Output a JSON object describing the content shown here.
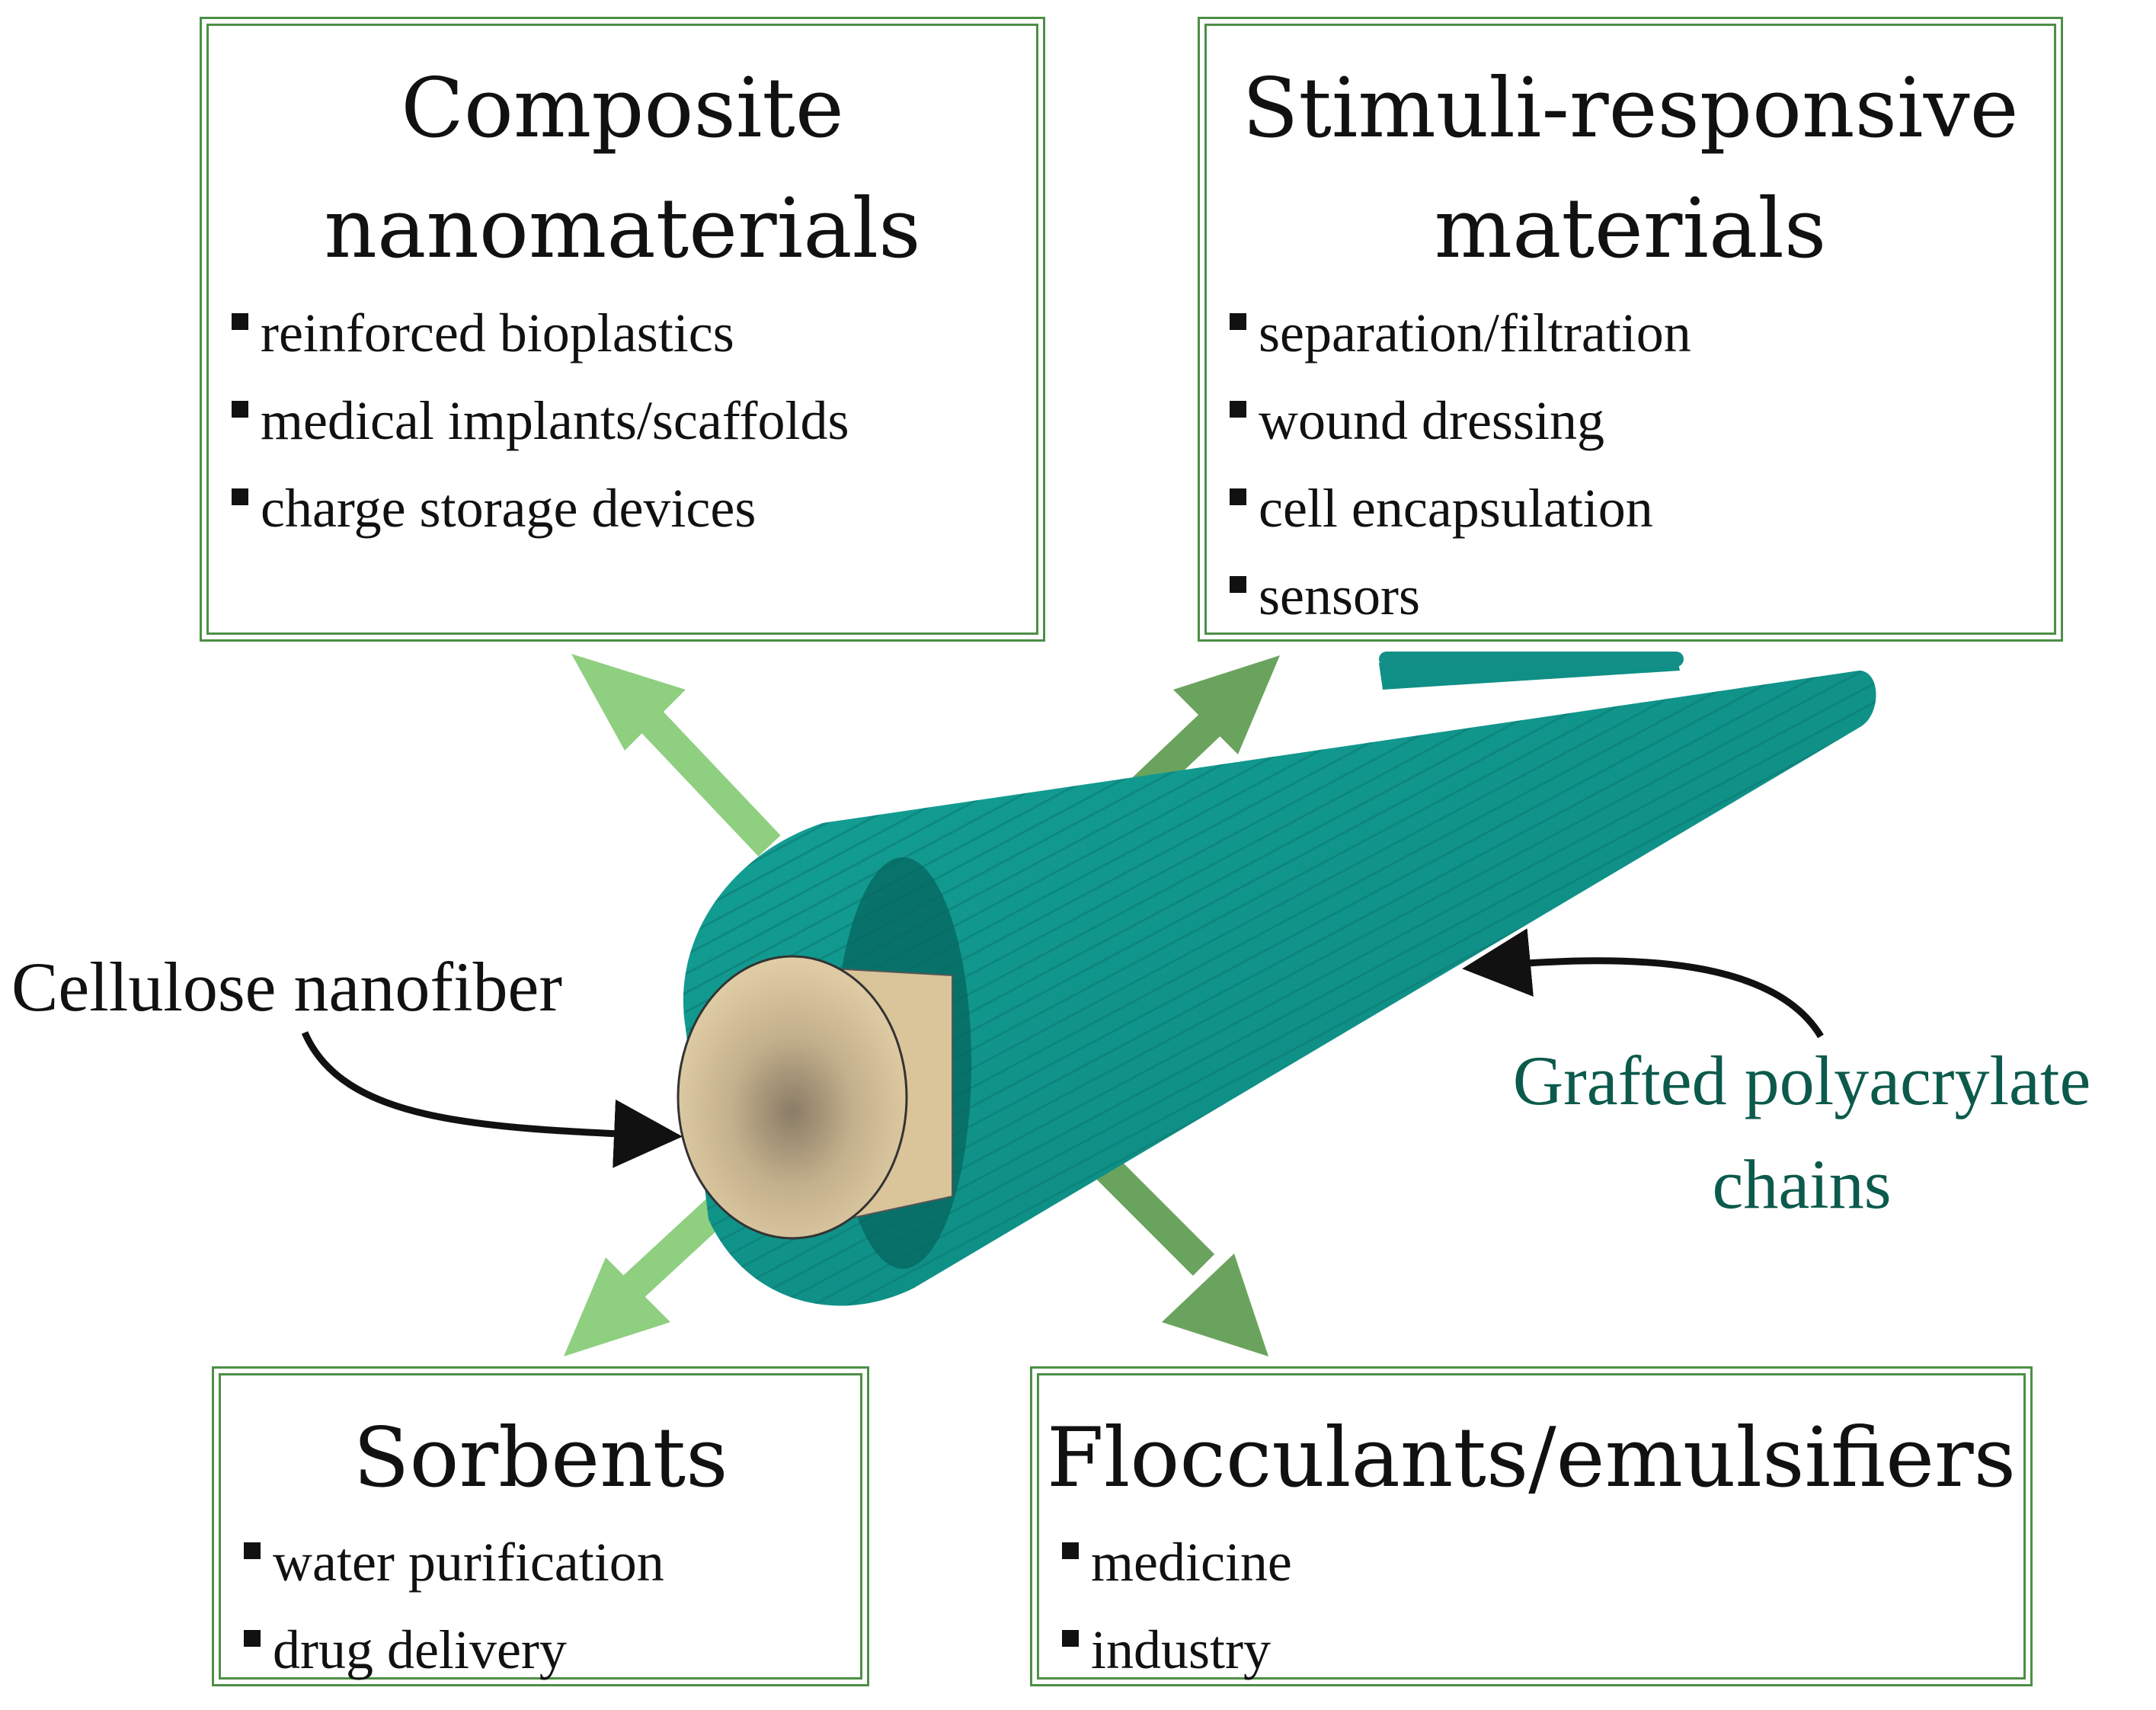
{
  "boxes": {
    "composite": {
      "title_lines": [
        "Composite",
        "nanomaterials"
      ],
      "items": [
        "reinforced bioplastics",
        "medical implants/scaffolds",
        "charge storage devices"
      ]
    },
    "stimuli": {
      "title_lines": [
        "Stimuli-responsive",
        "materials"
      ],
      "items": [
        "separation/filtration",
        "wound dressing",
        "cell encapsulation",
        "sensors"
      ]
    },
    "sorbents": {
      "title_lines": [
        "Sorbents"
      ],
      "items": [
        "water purification",
        "drug delivery"
      ]
    },
    "flocculants": {
      "title_lines": [
        "Flocculants/emulsifiers"
      ],
      "items": [
        "medicine",
        "industry"
      ]
    }
  },
  "labels": {
    "cellulose": "Cellulose nanofiber",
    "grafted_line1": "Grafted polyacrylate",
    "grafted_line2": "chains"
  },
  "colors": {
    "box_border": "#4d8f46",
    "arrow_light": "#8fcf80",
    "arrow_dark": "#6aa35e",
    "fiber_teal": "#0f8f86",
    "fiber_dark": "#066a63",
    "core_tan": "#dcc8a0",
    "grafted_text": "#0c5a4c"
  },
  "icons": {
    "bullet": "black-square-icon",
    "callout_arrow": "curved-arrow-icon"
  }
}
